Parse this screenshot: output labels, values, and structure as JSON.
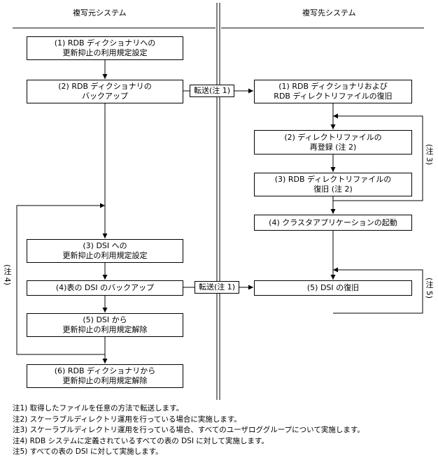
{
  "headers": {
    "source": "複写元システム",
    "target": "複写先システム"
  },
  "source_steps": [
    {
      "line1": "(1) RDB ディクショナリへの",
      "line2": "更新抑止の利用規定設定"
    },
    {
      "line1": "(2) RDB ディクショナリの",
      "line2": "バックアップ"
    },
    {
      "line1": "(3) DSI への",
      "line2": "更新抑止の利用規定設定"
    },
    {
      "line1": "(4)表の DSI のバックアップ",
      "line2": ""
    },
    {
      "line1": "(5) DSI から",
      "line2": "更新抑止の利用規定解除"
    },
    {
      "line1": "(6) RDB ディクショナリから",
      "line2": "更新抑止の利用規定解除"
    }
  ],
  "target_steps": [
    {
      "line1": "(1) RDB ディクショナリおよび",
      "line2": "RDB ディレクトリファイルの復旧"
    },
    {
      "line1": "(2) ディレクトリファイルの",
      "line2": "再登録 (注 2)"
    },
    {
      "line1": "(3) RDB ディレクトリファイルの",
      "line2": "復旧 (注 2)"
    },
    {
      "line1": "(4) クラスタアプリケーションの起動",
      "line2": ""
    },
    {
      "line1": "(5) DSI の復旧",
      "line2": ""
    }
  ],
  "transfer_labels": [
    "転送(注 1)",
    "転送(注 1)"
  ],
  "loop_labels": {
    "left": "(注 4)",
    "right_upper": "(注 3)",
    "right_lower": "(注 5)"
  },
  "notes": [
    "注1) 取得したファイルを任意の方法で転送します。",
    "注2) スケーラブルディレクトリ運用を行っている場合に実施します。",
    "注3) スケーラブルディレクトリ運用を行っている場合、すべてのユーザロググループについて実施します。",
    "注4) RDB システムに定義されているすべての表の DSI に対して実施します。",
    "注5) すべての表の DSI に対して実施します。"
  ]
}
